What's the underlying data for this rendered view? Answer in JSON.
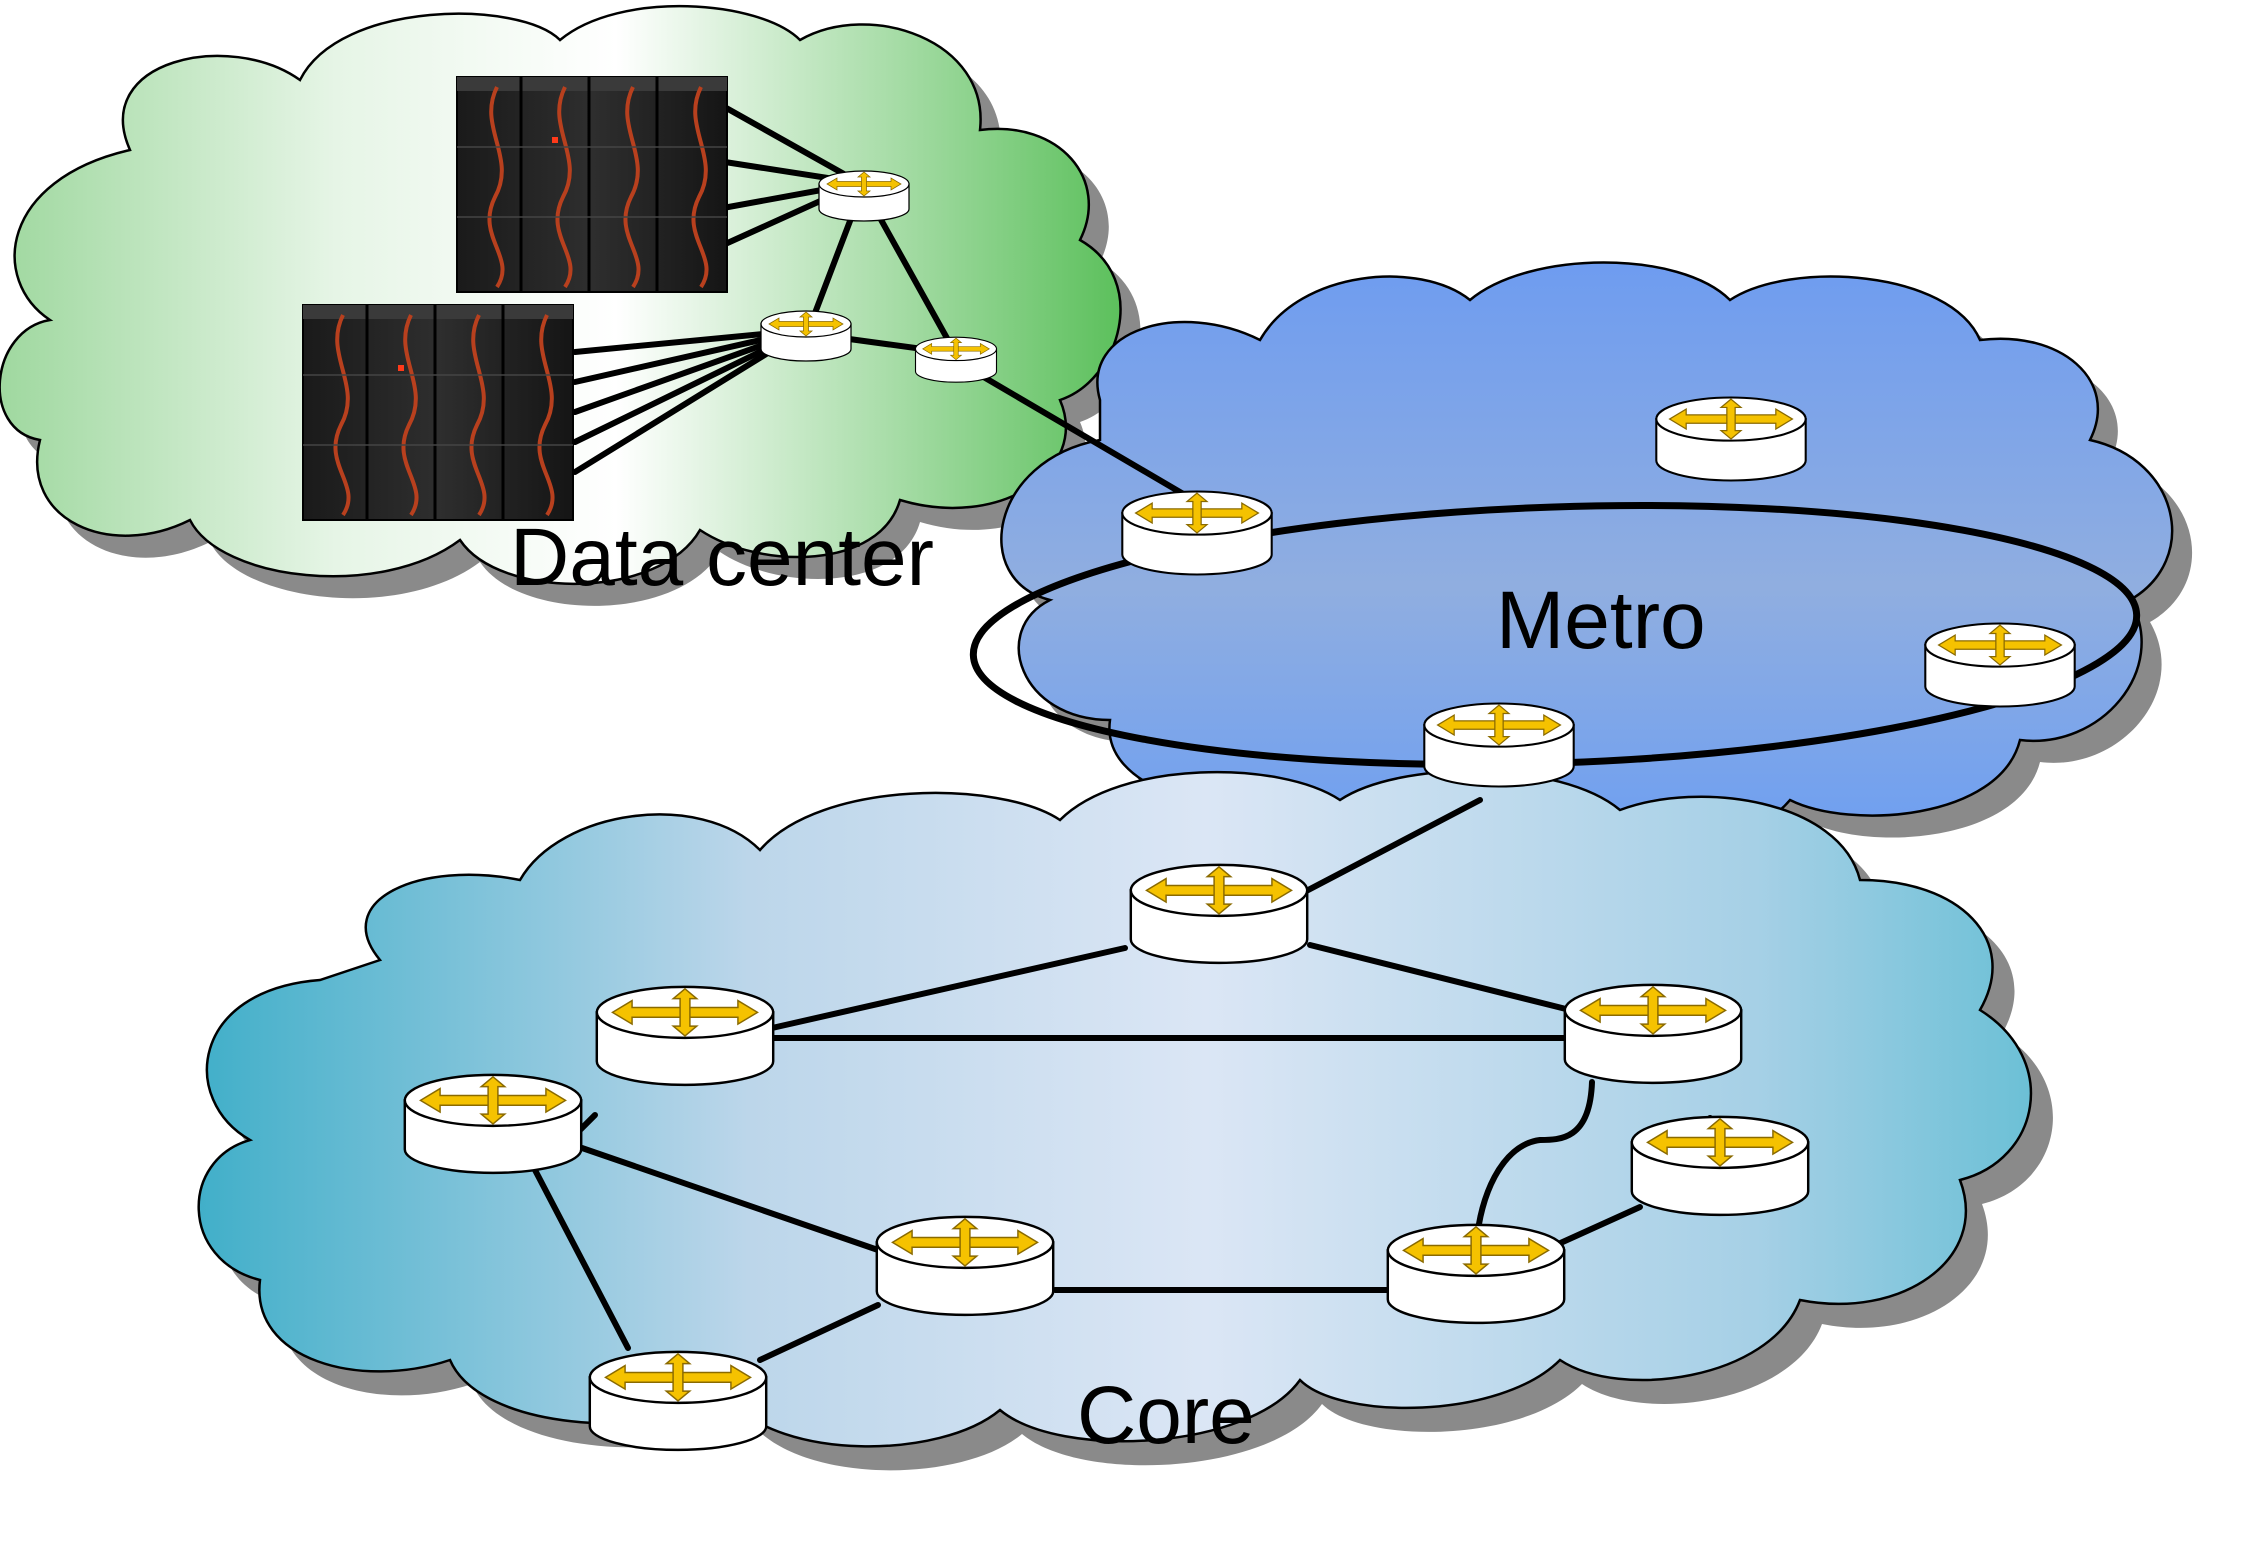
{
  "labels": {
    "data_center": "Data center",
    "metro": "Metro",
    "core": "Core"
  },
  "colors": {
    "dc_cloud_light": "#ffffff",
    "dc_cloud_dark": "#5cc05c",
    "metro_cloud_light": "#6e9cf0",
    "metro_cloud_mid": "#90aee0",
    "core_cloud_light": "#dbe6f5",
    "core_cloud_dark": "#41afc9",
    "router_arrow": "#f5c200",
    "shadow": "#808080"
  },
  "icons": {
    "router": "router-icon",
    "server_rack": "server-rack-icon"
  }
}
